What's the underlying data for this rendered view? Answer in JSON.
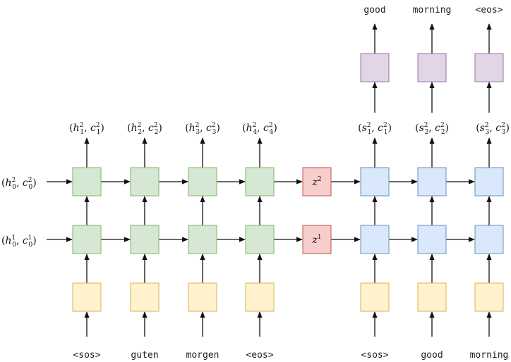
{
  "encoder": {
    "inputs": [
      "<sos>",
      "guten",
      "morgen",
      "<eos>"
    ],
    "top_states": [
      {
        "sym": "h",
        "i": "1",
        "l": "2"
      },
      {
        "sym": "h",
        "i": "2",
        "l": "2"
      },
      {
        "sym": "h",
        "i": "3",
        "l": "2"
      },
      {
        "sym": "h",
        "i": "4",
        "l": "2"
      }
    ],
    "initial_states": [
      {
        "sym": "h",
        "i": "0",
        "l": "2"
      },
      {
        "sym": "h",
        "i": "0",
        "l": "1"
      }
    ]
  },
  "context": [
    {
      "sym": "z",
      "l": "2"
    },
    {
      "sym": "z",
      "l": "1"
    }
  ],
  "decoder": {
    "inputs": [
      "<sos>",
      "good",
      "morning"
    ],
    "outputs": [
      "good",
      "morning",
      "<eos>"
    ],
    "top_states": [
      {
        "sym": "s",
        "i": "1",
        "l": "2"
      },
      {
        "sym": "s",
        "i": "2",
        "l": "2"
      },
      {
        "sym": "s",
        "i": "3",
        "l": "2"
      }
    ]
  },
  "colors": {
    "input_embedding_fill": "#fff2cc",
    "input_embedding_stroke": "#d6b656",
    "encoder_rnn_fill": "#d5e8d4",
    "encoder_rnn_stroke": "#82b366",
    "context_fill": "#f8cecc",
    "context_stroke": "#b85450",
    "decoder_rnn_fill": "#dae8fc",
    "decoder_rnn_stroke": "#6c8ebf",
    "output_layer_fill": "#e1d5e7",
    "output_layer_stroke": "#9673a6"
  }
}
